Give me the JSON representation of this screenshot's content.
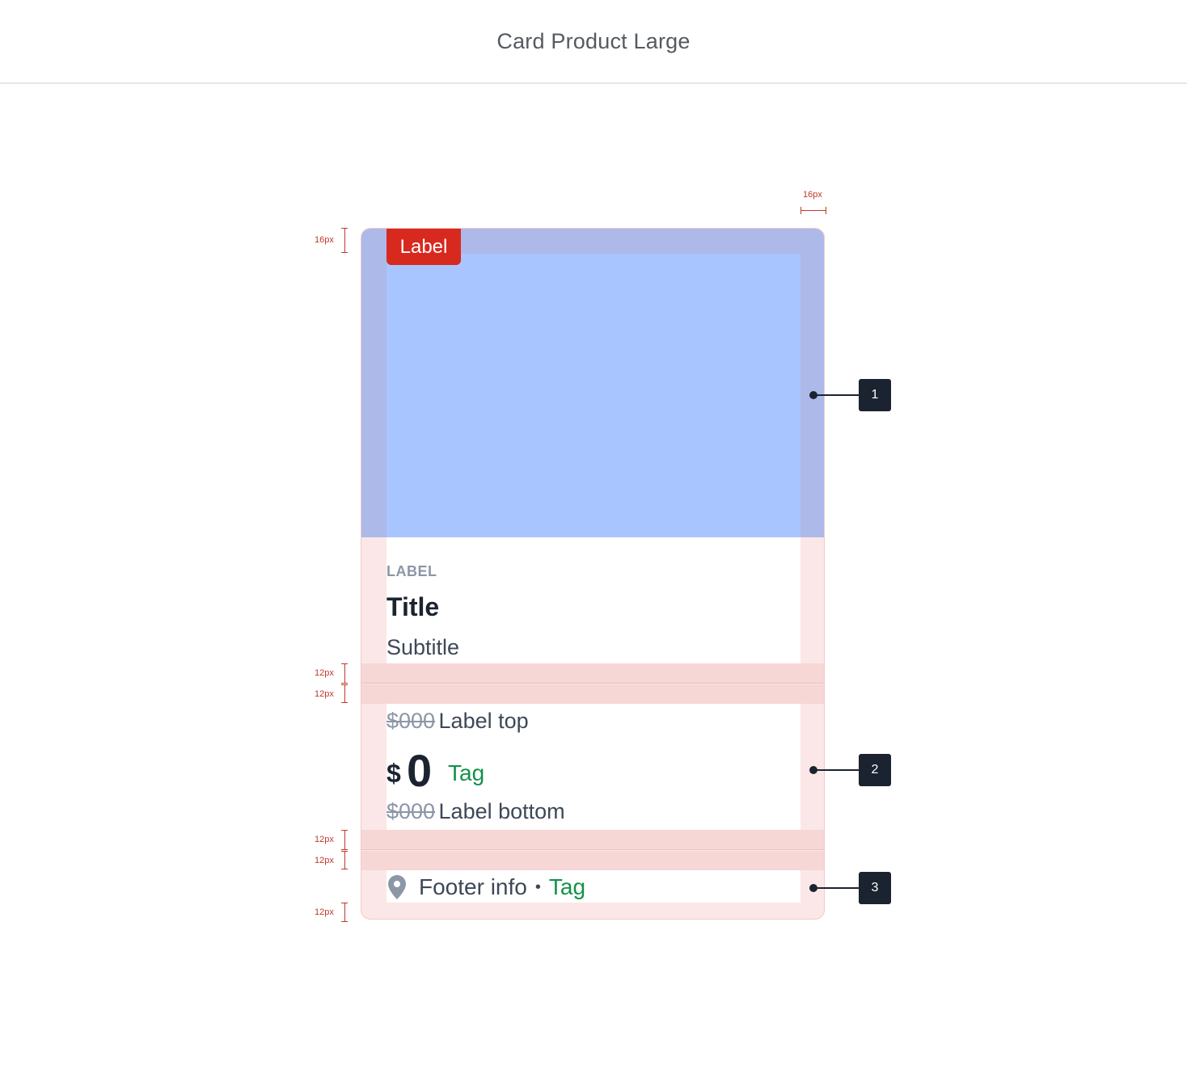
{
  "page": {
    "title": "Card Product Large"
  },
  "card": {
    "badge_label": "Label",
    "eyebrow": "LABEL",
    "title": "Title",
    "subtitle": "Subtitle",
    "strike_price_top": "$000",
    "label_top": "Label top",
    "currency": "$",
    "price": "0",
    "price_tag": "Tag",
    "strike_price_bottom": "$000",
    "label_bottom": "Label bottom",
    "footer_info": "Footer info",
    "footer_separator": "•",
    "footer_tag": "Tag"
  },
  "measurements": {
    "horizontal_padding": "16px",
    "top_padding": "16px",
    "gap_a1": "12px",
    "gap_a2": "12px",
    "gap_b1": "12px",
    "gap_b2": "12px",
    "bottom_padding": "12px"
  },
  "callouts": [
    "1",
    "2",
    "3"
  ],
  "colors": {
    "badge": "#d8291f",
    "tag": "#13914a",
    "media": "#a8c5ff",
    "padding_overlay": "#fbe7e7",
    "callout": "#1b2330"
  }
}
